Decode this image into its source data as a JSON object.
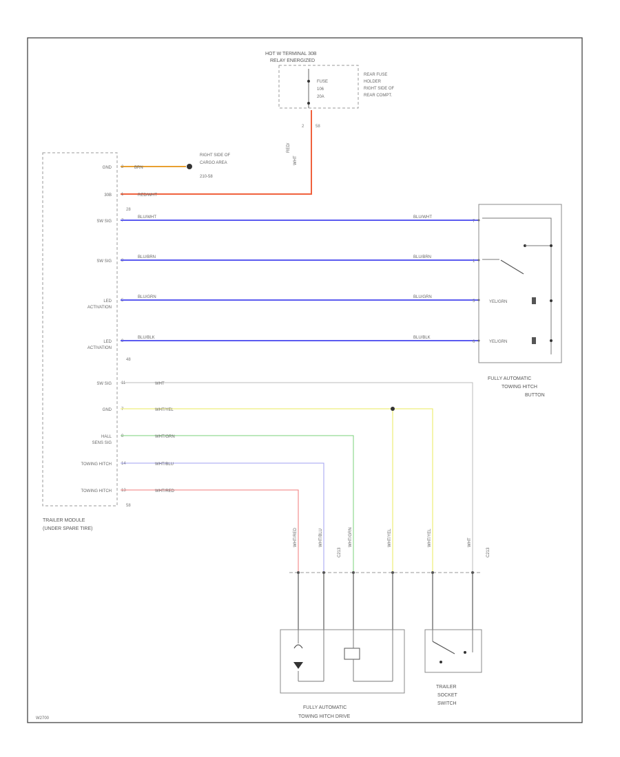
{
  "colors": {
    "red": "#f0603c",
    "orange": "#e8a030",
    "blue": "#5a5af0",
    "yellow": "#e8e85a",
    "green": "#7ad07a",
    "violet": "#a0a0f0",
    "pink": "#f07a7a",
    "gray": "#bbbbbb",
    "dark": "#555555"
  },
  "power": {
    "label_line1": "HOT W TERMINAL 30B",
    "label_line2": "RELAY ENERGIZED",
    "fuse_label1": "FUSE",
    "fuse_label2": "106",
    "fuse_label3": "20A",
    "holder_line1": "REAR FUSE",
    "holder_line2": "HOLDER",
    "holder_line3": "RIGHT SIDE OF",
    "holder_line4": "REAR COMPT.",
    "pin_left": "2",
    "pin_right": "58",
    "wire_label1": "RED/",
    "wire_label2": "WHT"
  },
  "ground": {
    "line1": "RIGHT SIDE OF",
    "line2": "CARGO AREA",
    "line3": "210-58"
  },
  "module": {
    "name_line1": "TRAILER MODULE",
    "name_line2": "(UNDER SPARE TIRE)",
    "connector_top": "28",
    "connector_mid": "48",
    "connector_bot": "58",
    "pins": [
      {
        "label": "GND",
        "pin": "2",
        "wire": "BRN"
      },
      {
        "label": "30B",
        "pin": "1",
        "wire": "RED/WHT"
      },
      {
        "label": "SW SIG",
        "pin": "7",
        "wire": "BLU/WHT"
      },
      {
        "label": "SW SIG",
        "pin": "8",
        "wire": "BLU/BRN"
      },
      {
        "label": "LED\nACTIVATION",
        "pin": "5",
        "wire": "BLU/GRN"
      },
      {
        "label": "LED\nACTIVATION",
        "pin": "9",
        "wire": "BLU/BLK"
      },
      {
        "label": "SW SIG",
        "pin": "11",
        "wire": "WHT"
      },
      {
        "label": "GND",
        "pin": "7",
        "wire": "WHT/YEL"
      },
      {
        "label": "HALL\nSENS SIG",
        "pin": "8",
        "wire": "WHT/GRN"
      },
      {
        "label": "TOWING HITCH",
        "pin": "14",
        "wire": "WHT/BLU"
      },
      {
        "label": "TOWING HITCH",
        "pin": "13",
        "wire": "WHT/RED"
      }
    ]
  },
  "button": {
    "name_line1": "FULLY AUTOMATIC",
    "name_line2": "TOWING HITCH",
    "name_line3": "BUTTON",
    "wires": [
      {
        "wire": "BLU/WHT",
        "pin": "7"
      },
      {
        "wire": "BLU/BRN",
        "pin": "1"
      },
      {
        "wire": "BLU/GRN",
        "pin": "5",
        "led": "YEL/GRN"
      },
      {
        "wire": "BLU/BLK",
        "pin": "6",
        "led": "YEL/GRN"
      }
    ]
  },
  "lower": {
    "drive_line1": "FULLY AUTOMATIC",
    "drive_line2": "TOWING HITCH DRIVE",
    "switch_line1": "TRAILER",
    "switch_line2": "SOCKET",
    "switch_line3": "SWITCH",
    "connector": "C213",
    "vertical_wires": [
      "WHT/RED",
      "WHT/BLU",
      "WHT/GRN",
      "WHT/YEL",
      "WHT/YEL",
      "WHT"
    ]
  },
  "footer": {
    "code": "W2700"
  }
}
